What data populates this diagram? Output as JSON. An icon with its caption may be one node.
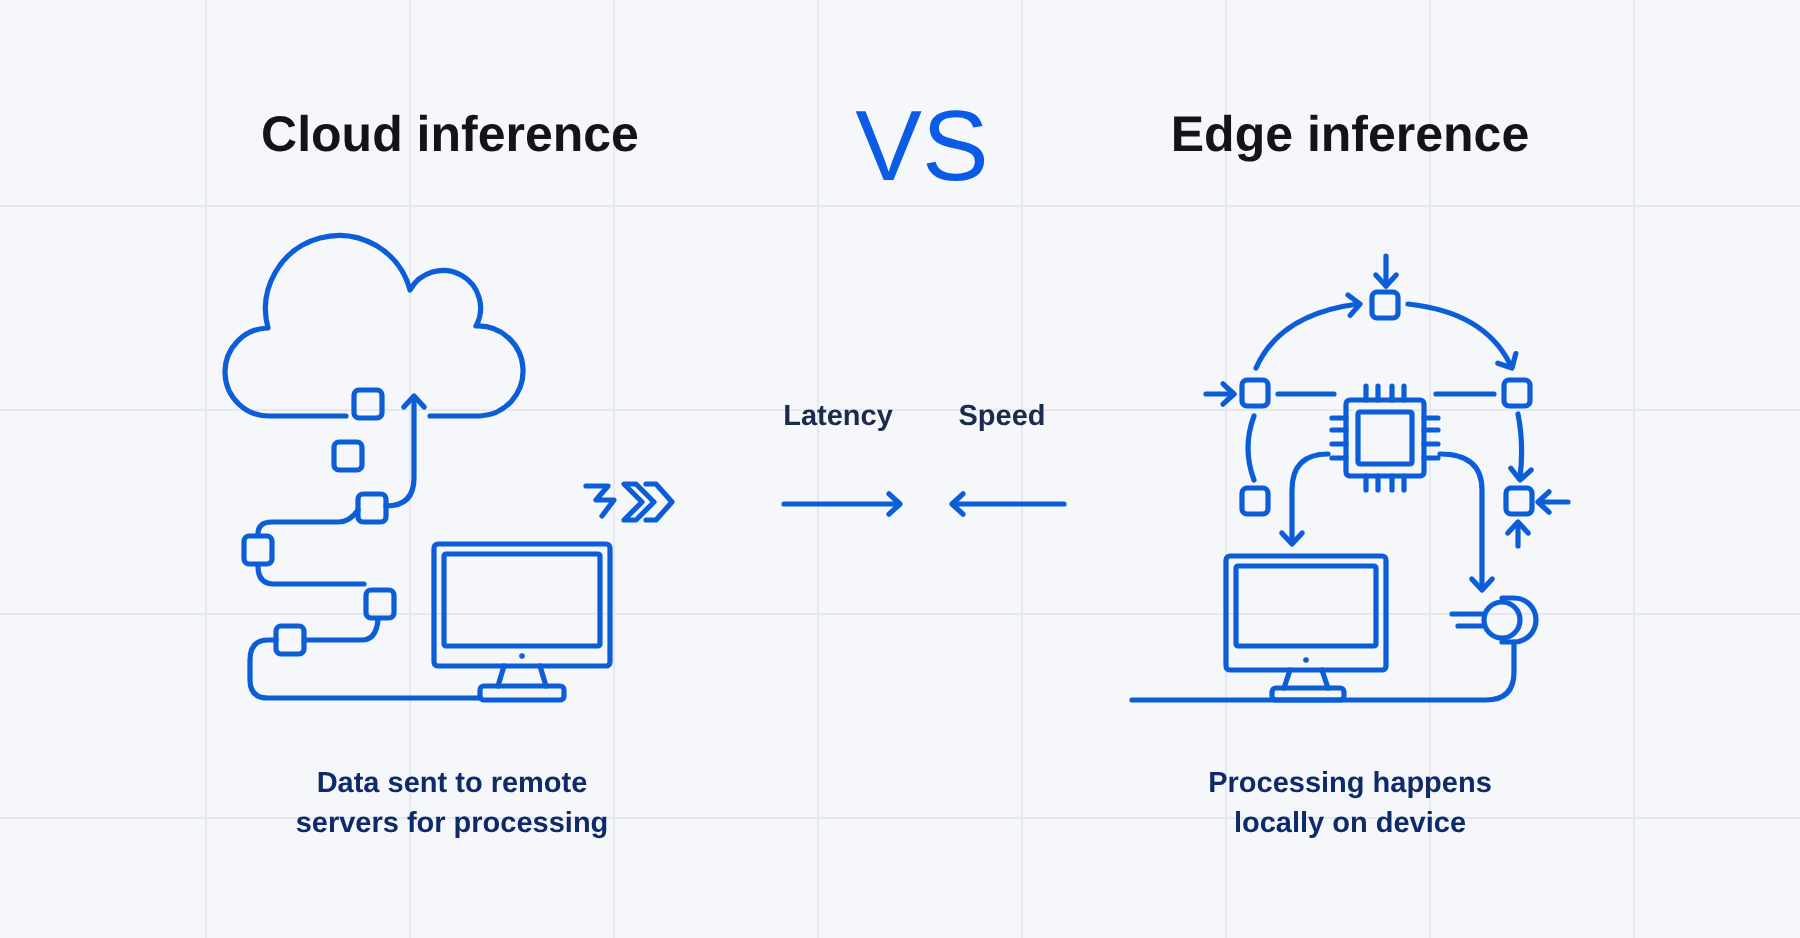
{
  "diagram": {
    "labels": [
      "Cloud inference",
      "VS",
      "Edge inference",
      "Latency",
      "Speed",
      "Data sent to remote servers for processing",
      "Processing happens locally on device"
    ]
  }
}
